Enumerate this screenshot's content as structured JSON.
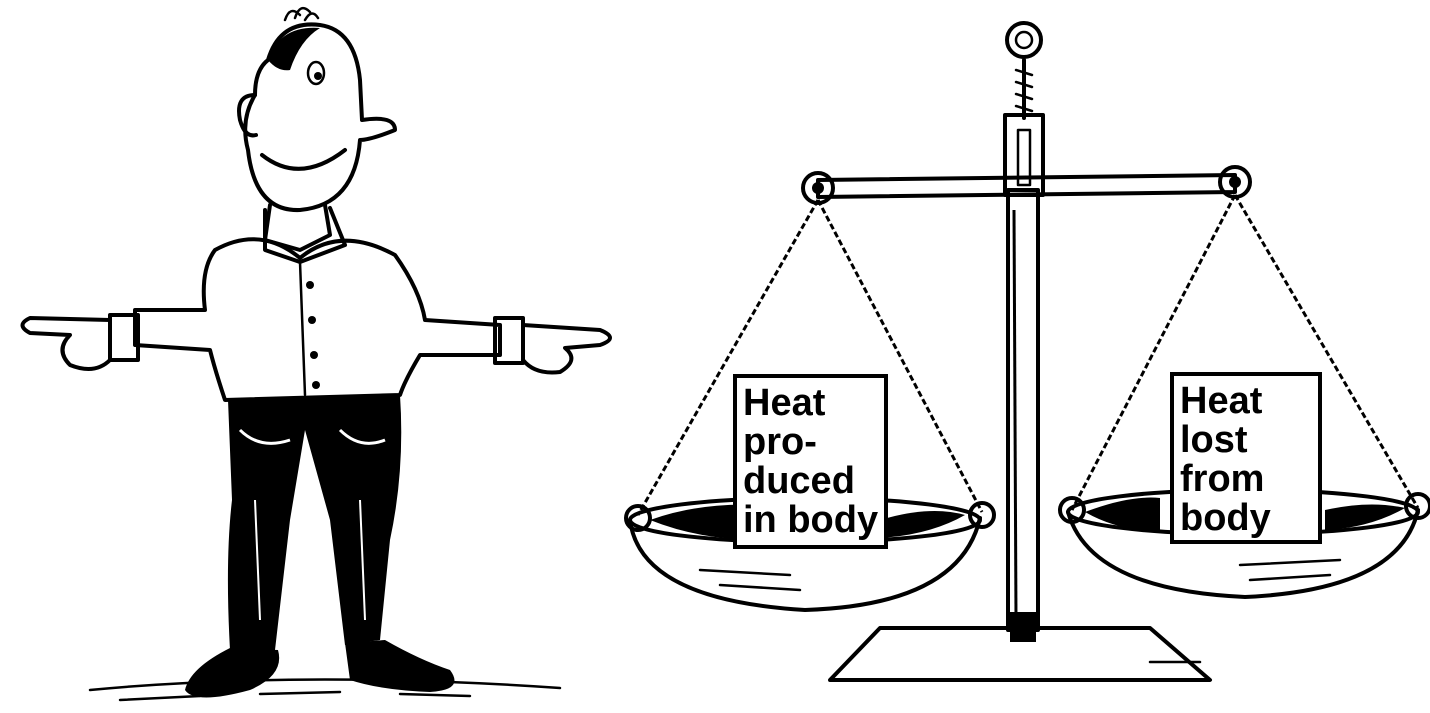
{
  "left_card": {
    "lines": [
      "Heat",
      "pro-",
      "duced",
      "in body"
    ]
  },
  "right_card": {
    "lines": [
      "Heat",
      "lost",
      "from",
      "body"
    ]
  },
  "colors": {
    "ink": "#000000",
    "paper": "#ffffff"
  }
}
